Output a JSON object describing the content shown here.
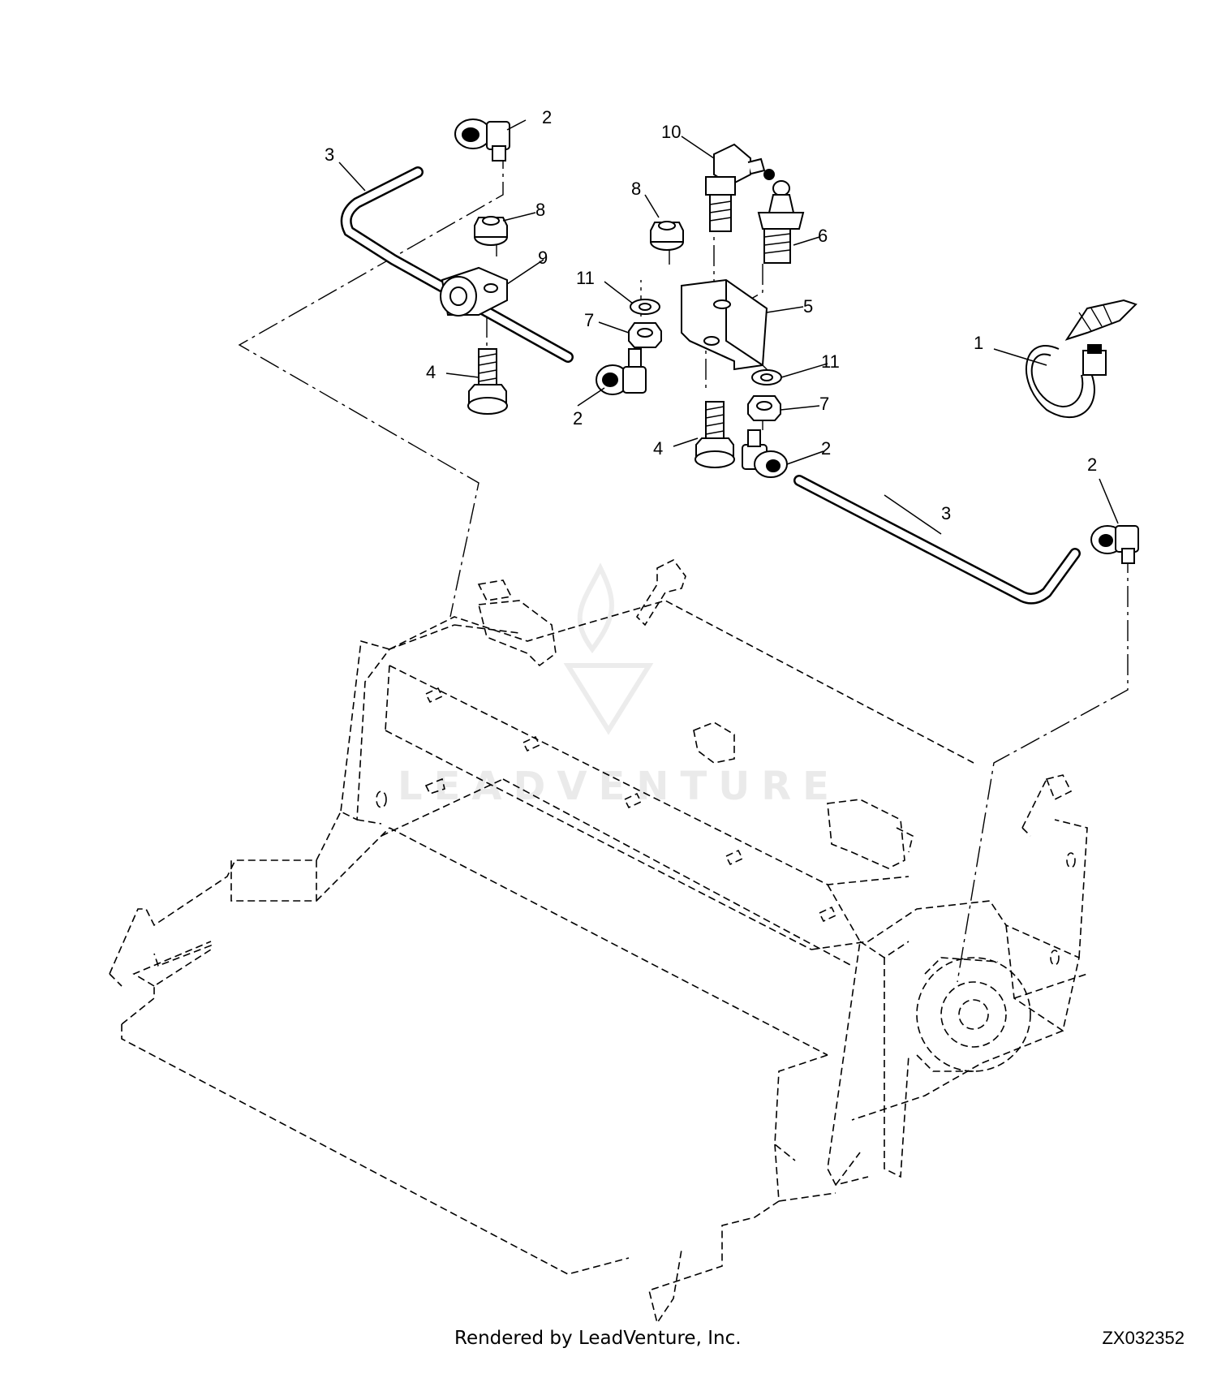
{
  "diagram": {
    "callouts": {
      "c1": "1",
      "c2a": "2",
      "c2b": "2",
      "c2c": "2",
      "c2d": "2",
      "c3a": "3",
      "c3b": "3",
      "c4a": "4",
      "c4b": "4",
      "c5": "5",
      "c6": "6",
      "c7a": "7",
      "c7b": "7",
      "c8a": "8",
      "c8b": "8",
      "c9": "9",
      "c10": "10",
      "c11a": "11",
      "c11b": "11"
    },
    "watermark": "LEADVENTURE",
    "figure_code": "ZX032352",
    "credit": "Rendered by LeadVenture, Inc."
  }
}
